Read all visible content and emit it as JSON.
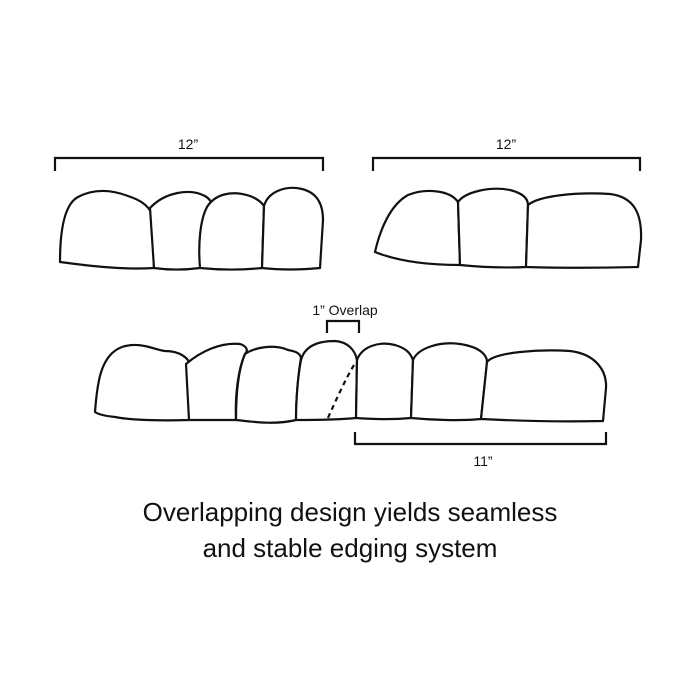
{
  "diagram": {
    "top_left_label": "12”",
    "top_right_label": "12”",
    "overlap_label": "1” Overlap",
    "bottom_label": "11”",
    "caption_line1": "Overlapping design yields seamless",
    "caption_line2": "and stable edging system",
    "line_color": "#111111"
  }
}
